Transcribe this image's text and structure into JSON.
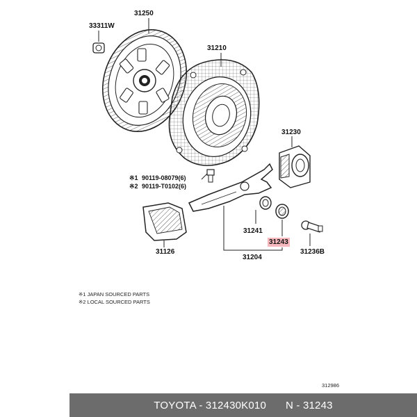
{
  "parts": {
    "p33311w": "33311W",
    "p31250": "31250",
    "p31210": "31210",
    "p31230": "31230",
    "p90119a": "90119-08079(6)",
    "p90119b": "90119-T0102(6)",
    "mark1": "※1",
    "mark2": "※2",
    "p31241": "31241",
    "p31243": "31243",
    "p31126": "31126",
    "p31204": "31204",
    "p31236b": "31236B"
  },
  "notes": {
    "line1": "※1 JAPAN SOURCED PARTS",
    "line2": "※2 LOCAL SOURCED PARTS"
  },
  "diagram_number": "312986",
  "footer": {
    "brand_part": "TOYOTA - 312430K010",
    "n_code": "N - 31243"
  },
  "colors": {
    "highlight": "#f6b8bd",
    "footer_bg": "#6c6c6c"
  }
}
